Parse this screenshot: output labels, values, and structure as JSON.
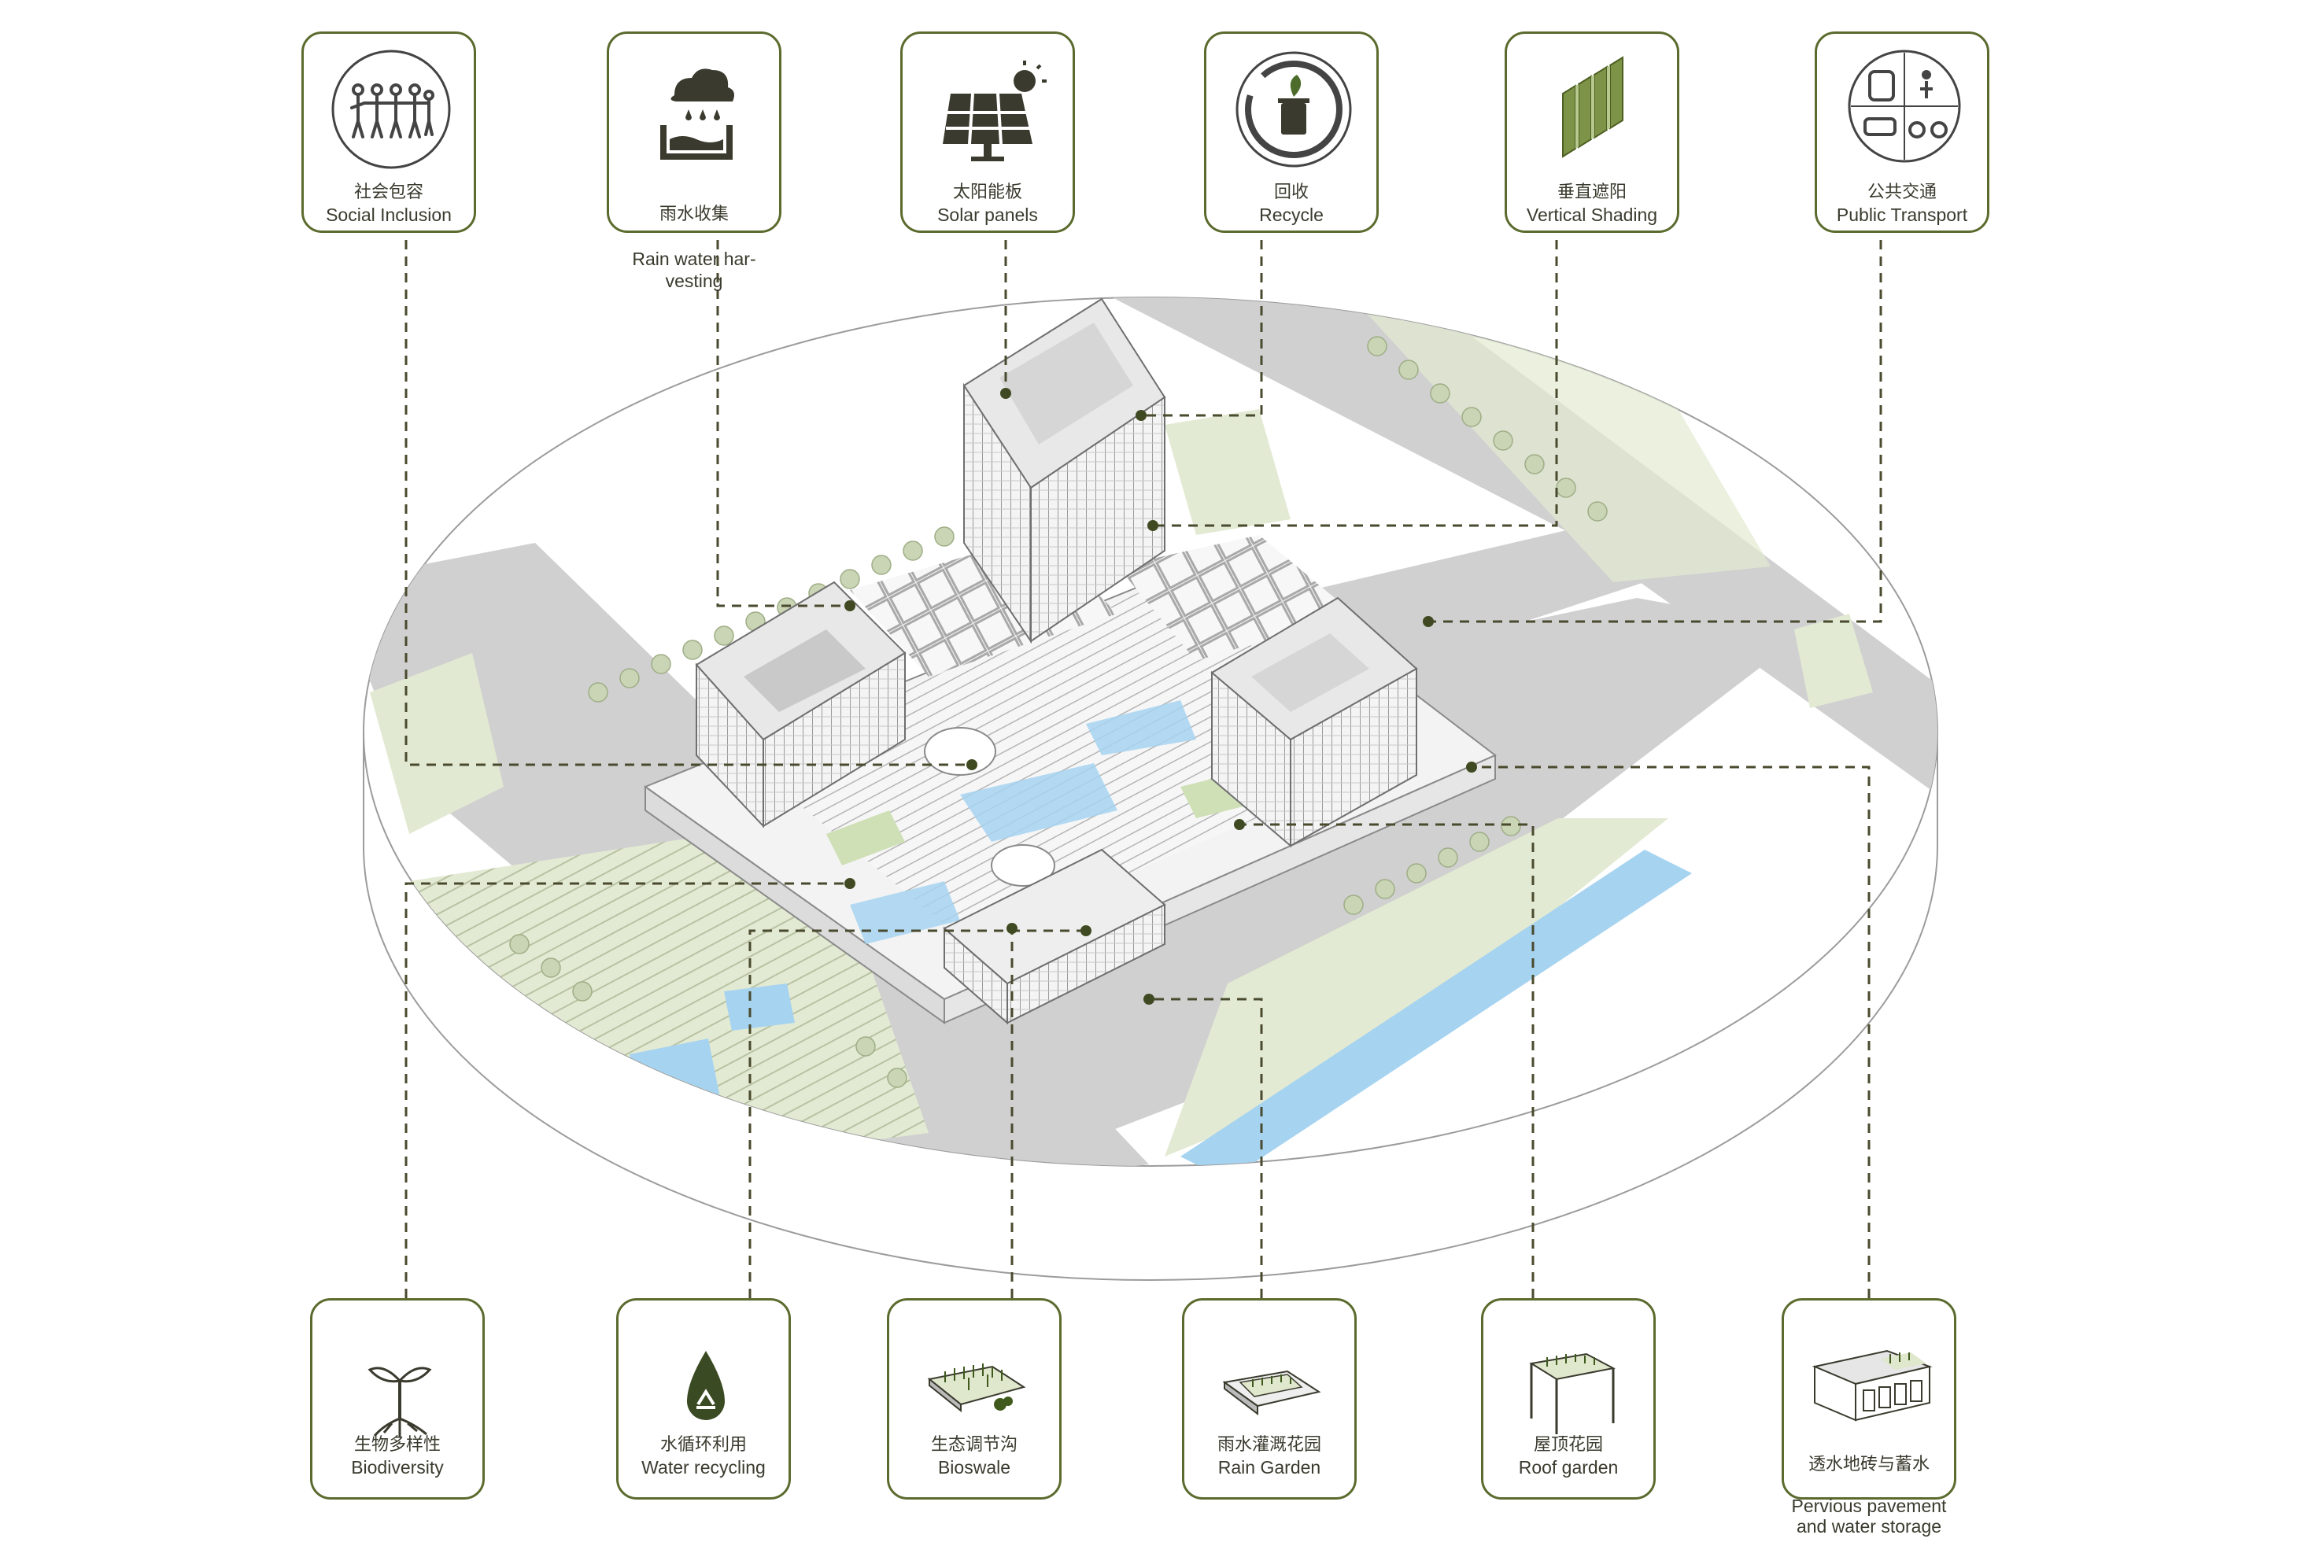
{
  "colors": {
    "accent": "#5b6b2e",
    "road": "#cfcfcf",
    "greenery": "#dfe7cd",
    "water": "#a6d3f0",
    "building": "#f2f2f2"
  },
  "top_cards": [
    {
      "zh": "社会包容",
      "en": "Social Inclusion",
      "icon": "people-icon"
    },
    {
      "zh": "雨水收集",
      "en": "Rain water har-\nvesting",
      "icon": "rain-cloud-icon"
    },
    {
      "zh": "太阳能板",
      "en": "Solar panels",
      "icon": "solar-panel-icon"
    },
    {
      "zh": "回收",
      "en": "Recycle",
      "icon": "recycle-bin-icon"
    },
    {
      "zh": "垂直遮阳",
      "en": "Vertical Shading",
      "icon": "vertical-shading-icon"
    },
    {
      "zh": "公共交通",
      "en": "Public Transport",
      "icon": "transit-icon"
    }
  ],
  "bottom_cards": [
    {
      "zh": "生物多样性",
      "en": "Biodiversity",
      "icon": "sprout-icon"
    },
    {
      "zh": "水循环利用",
      "en": "Water recycling",
      "icon": "water-drop-recycle-icon"
    },
    {
      "zh": "生态调节沟",
      "en": "Bioswale",
      "icon": "bioswale-icon"
    },
    {
      "zh": "雨水灌溉花园",
      "en": "Rain Garden",
      "icon": "rain-garden-icon"
    },
    {
      "zh": "屋顶花园",
      "en": "Roof garden",
      "icon": "roof-garden-icon"
    },
    {
      "zh": "透水地砖与蓄水",
      "en": "Pervious pavement\nand water storage",
      "icon": "pervious-pavement-icon"
    }
  ]
}
